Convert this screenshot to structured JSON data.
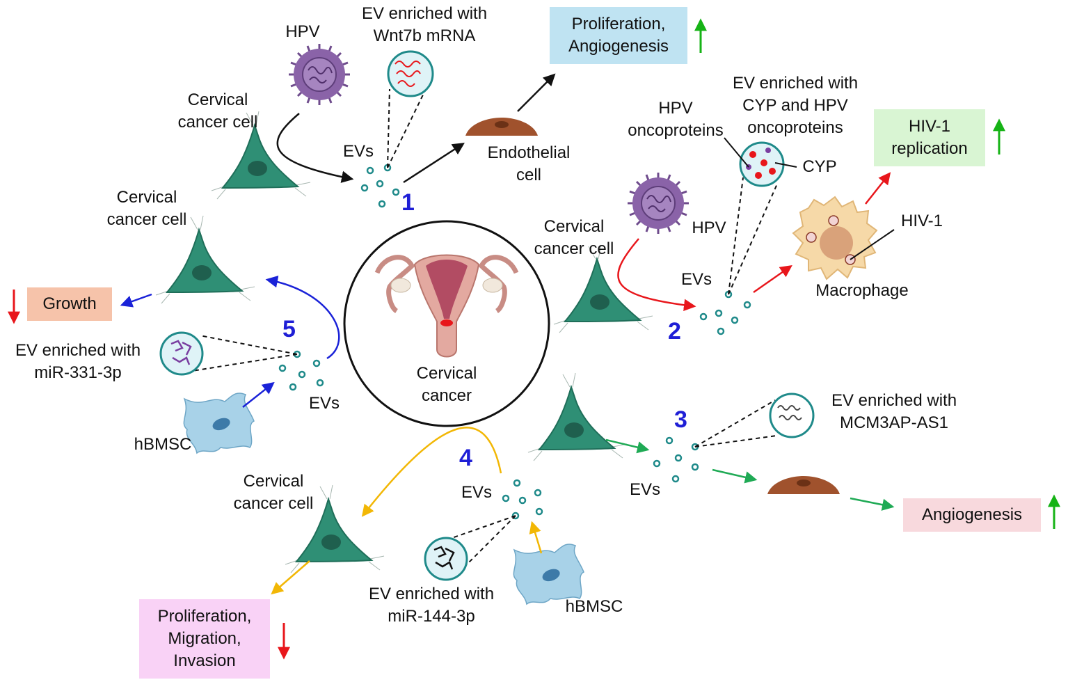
{
  "center": {
    "lines": [
      "Cervical",
      "cancer"
    ]
  },
  "pathway1": {
    "number": "1",
    "hpv": "HPV",
    "cell": [
      "Cervical",
      "cancer cell"
    ],
    "ev_cargo": [
      "EV enriched with",
      "Wnt7b mRNA"
    ],
    "evs": "EVs",
    "target": [
      "Endothelial",
      "cell"
    ],
    "outcome": [
      "Proliferation,",
      "Angiogenesis"
    ],
    "outcome_direction": "up"
  },
  "pathway2": {
    "number": "2",
    "hpv": "HPV",
    "hpv_oncoproteins": [
      "HPV",
      "oncoproteins"
    ],
    "cell": [
      "Cervical",
      "cancer cell"
    ],
    "ev_cargo": [
      "EV enriched with",
      "CYP and HPV",
      "oncoproteins"
    ],
    "cyp": "CYP",
    "evs": "EVs",
    "hiv": "HIV-1",
    "target": "Macrophage",
    "outcome": [
      "HIV-1",
      "replication"
    ],
    "outcome_direction": "up"
  },
  "pathway3": {
    "number": "3",
    "ev_cargo": [
      "EV enriched with",
      "MCM3AP-AS1"
    ],
    "evs": "EVs",
    "outcome": [
      "Angiogenesis"
    ],
    "outcome_direction": "up"
  },
  "pathway4": {
    "number": "4",
    "cell": [
      "Cervical",
      "cancer cell"
    ],
    "evs": "EVs",
    "ev_cargo": [
      "EV enriched with",
      "miR-144-3p"
    ],
    "source": "hBMSC",
    "outcome": [
      "Proliferation,",
      "Migration,",
      "Invasion"
    ],
    "outcome_direction": "down"
  },
  "pathway5": {
    "number": "5",
    "cell": [
      "Cervical",
      "cancer cell"
    ],
    "ev_cargo": [
      "EV enriched with",
      "miR-331-3p"
    ],
    "evs": "EVs",
    "source": "hBMSC",
    "outcome": [
      "Growth"
    ],
    "outcome_direction": "down"
  },
  "colors": {
    "pathway1": "#111111",
    "pathway2": "#e8161b",
    "pathway3": "#1faa55",
    "pathway4": "#f2b705",
    "pathway5": "#1a22d8",
    "up_arrow": "#16b316",
    "down_arrow": "#e8161b",
    "box_blue": "#bfe3f2",
    "box_green": "#d9f5d3",
    "box_pink": "#f8d9dd",
    "box_magenta": "#f9d2f6",
    "box_orange": "#f6c3aa",
    "cancer_cell": "#2f8f75",
    "hbmsc": "#a8d2e8",
    "endothelial": "#a0522d",
    "virus": "#8a63a8",
    "macrophage": "#f6d9a8",
    "ev": "#1f8a8a"
  }
}
